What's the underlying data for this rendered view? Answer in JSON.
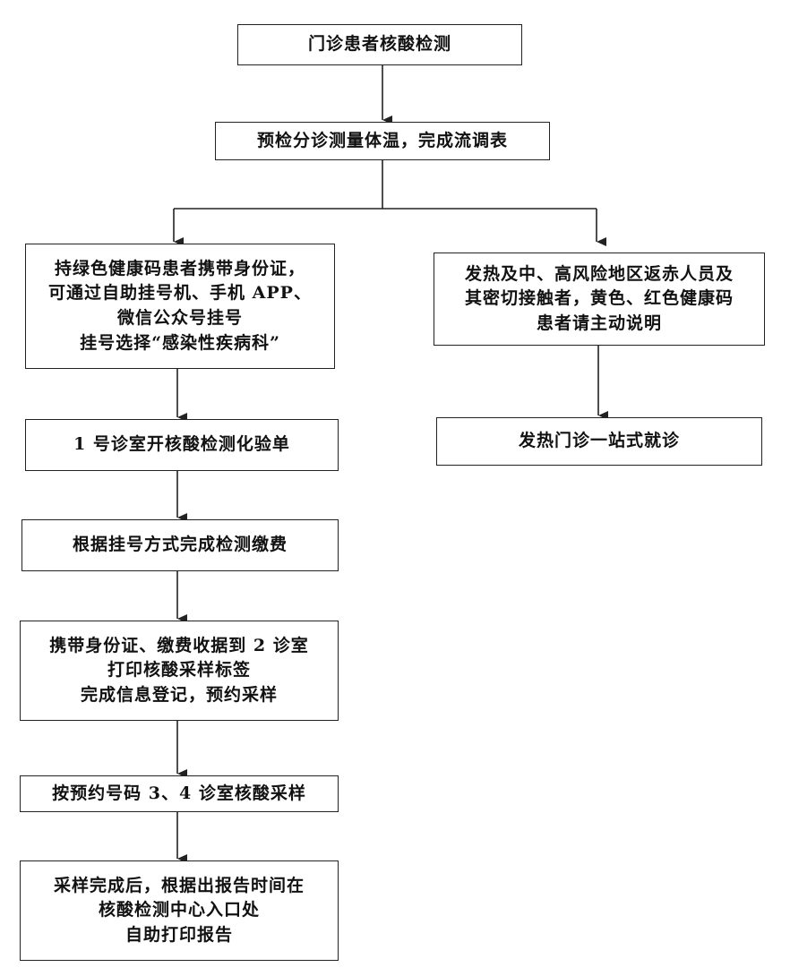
{
  "nodes": {
    "start": {
      "lines": [
        "门诊患者核酸检测"
      ]
    },
    "precheck": {
      "lines": [
        "预检分诊测量体温，完成流调表"
      ]
    },
    "green_code": {
      "lines": [
        "持绿色健康码患者携带身份证，",
        "可通过自助挂号机、手机 APP、",
        "微信公众号挂号",
        "挂号选择“感染性疾病科”"
      ]
    },
    "fever": {
      "lines": [
        "发热及中、高风险地区返赤人员及",
        "其密切接触者，黄色、红色健康码",
        "患者请主动说明"
      ]
    },
    "room1": {
      "lines": [
        "1 号诊室开核酸检测化验单"
      ]
    },
    "fever_clinic": {
      "lines": [
        "发热门诊一站式就诊"
      ]
    },
    "payment": {
      "lines": [
        "根据挂号方式完成检测缴费"
      ]
    },
    "room2": {
      "lines": [
        "携带身份证、缴费收据到 2 诊室",
        "打印核酸采样标签",
        "完成信息登记，预约采样"
      ]
    },
    "sampling": {
      "lines": [
        "按预约号码 3、4 诊室核酸采样"
      ]
    },
    "report": {
      "lines": [
        "采样完成后，根据出报告时间在",
        "核酸检测中心入口处",
        "自助打印报告"
      ]
    }
  }
}
